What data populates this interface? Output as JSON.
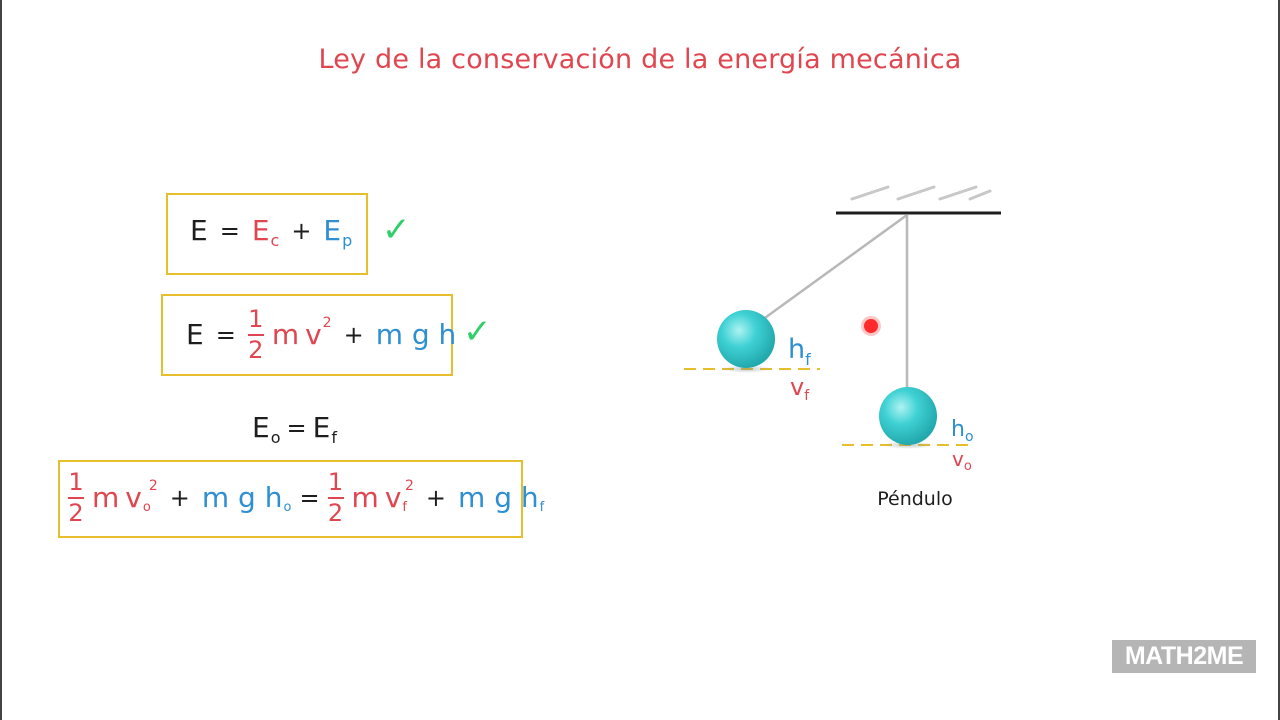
{
  "title": "Ley de la conservación de la energía mecánica",
  "equations": {
    "eq1": {
      "lhs": "E",
      "equals": "=",
      "ec": "E",
      "ec_sub": "c",
      "plus": "+",
      "ep": "E",
      "ep_sub": "p",
      "check": "✓"
    },
    "eq2": {
      "lhs": "E",
      "equals": "=",
      "num": "1",
      "den": "2",
      "kin": "m",
      "v": "v",
      "v_sup": "2",
      "plus": "+",
      "pot": "m g h",
      "check": "✓"
    },
    "eq3": {
      "lhs": "E",
      "lhs_sub": "o",
      "equals": "=",
      "rhs": "E",
      "rhs_sub": "f"
    },
    "eq4": {
      "num": "1",
      "den": "2",
      "m1": "m",
      "v1": "v",
      "v1_sub": "o",
      "v1_sup": "2",
      "plus1": "+",
      "pot1": "m g h",
      "pot1_sub": "o",
      "equals": "=",
      "num2": "1",
      "den2": "2",
      "m2": "m",
      "v2": "v",
      "v2_sub": "f",
      "v2_sup": "2",
      "plus2": "+",
      "pot2": "m g h",
      "pot2_sub": "f"
    }
  },
  "diagram": {
    "label_hf": "h",
    "label_hf_sub": "f",
    "label_vf": "v",
    "label_vf_sub": "f",
    "label_ho": "h",
    "label_ho_sub": "o",
    "label_vo": "v",
    "label_vo_sub": "o",
    "caption": "Péndulo"
  },
  "logo": "MATH2ME",
  "colors": {
    "title": "#e0464f",
    "kinetic": "#e0464f",
    "potential": "#2e8fd2",
    "box": "#e7bf2c",
    "check": "#2fd06a",
    "ball": "#3fd1d4",
    "marker": "#ff1a1a"
  }
}
